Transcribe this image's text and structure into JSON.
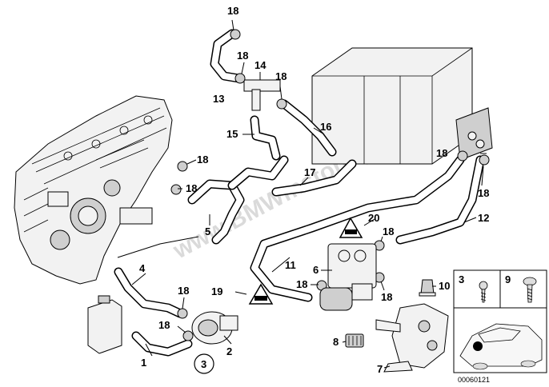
{
  "watermark": "www.BMWmstore.pl",
  "diagram_id": "00060121",
  "callouts": {
    "c1": "1",
    "c2": "2",
    "c3": "3",
    "c4": "4",
    "c5": "5",
    "c6": "6",
    "c7": "7",
    "c8": "8",
    "c9": "9",
    "c10": "10",
    "c11": "11",
    "c12": "12",
    "c13": "13",
    "c14": "14",
    "c15": "15",
    "c16": "16",
    "c17": "17",
    "c19": "19",
    "c20": "20",
    "c18a": "18",
    "c18b": "18",
    "c18c": "18",
    "c18d": "18",
    "c18e": "18",
    "c18f": "18",
    "c18g": "18",
    "c18h": "18",
    "c18i": "18",
    "c18j": "18",
    "c18k": "18",
    "c18l": "18",
    "c3_circled": "3"
  },
  "legend": {
    "cell_3": "3",
    "cell_9": "9"
  },
  "icons": {
    "warning_triangles": [
      "warning-triangle-icon",
      "warning-triangle-icon"
    ],
    "legend_screw": "screw-icon",
    "legend_bolt": "bolt-icon",
    "legend_car": "car-icon"
  }
}
